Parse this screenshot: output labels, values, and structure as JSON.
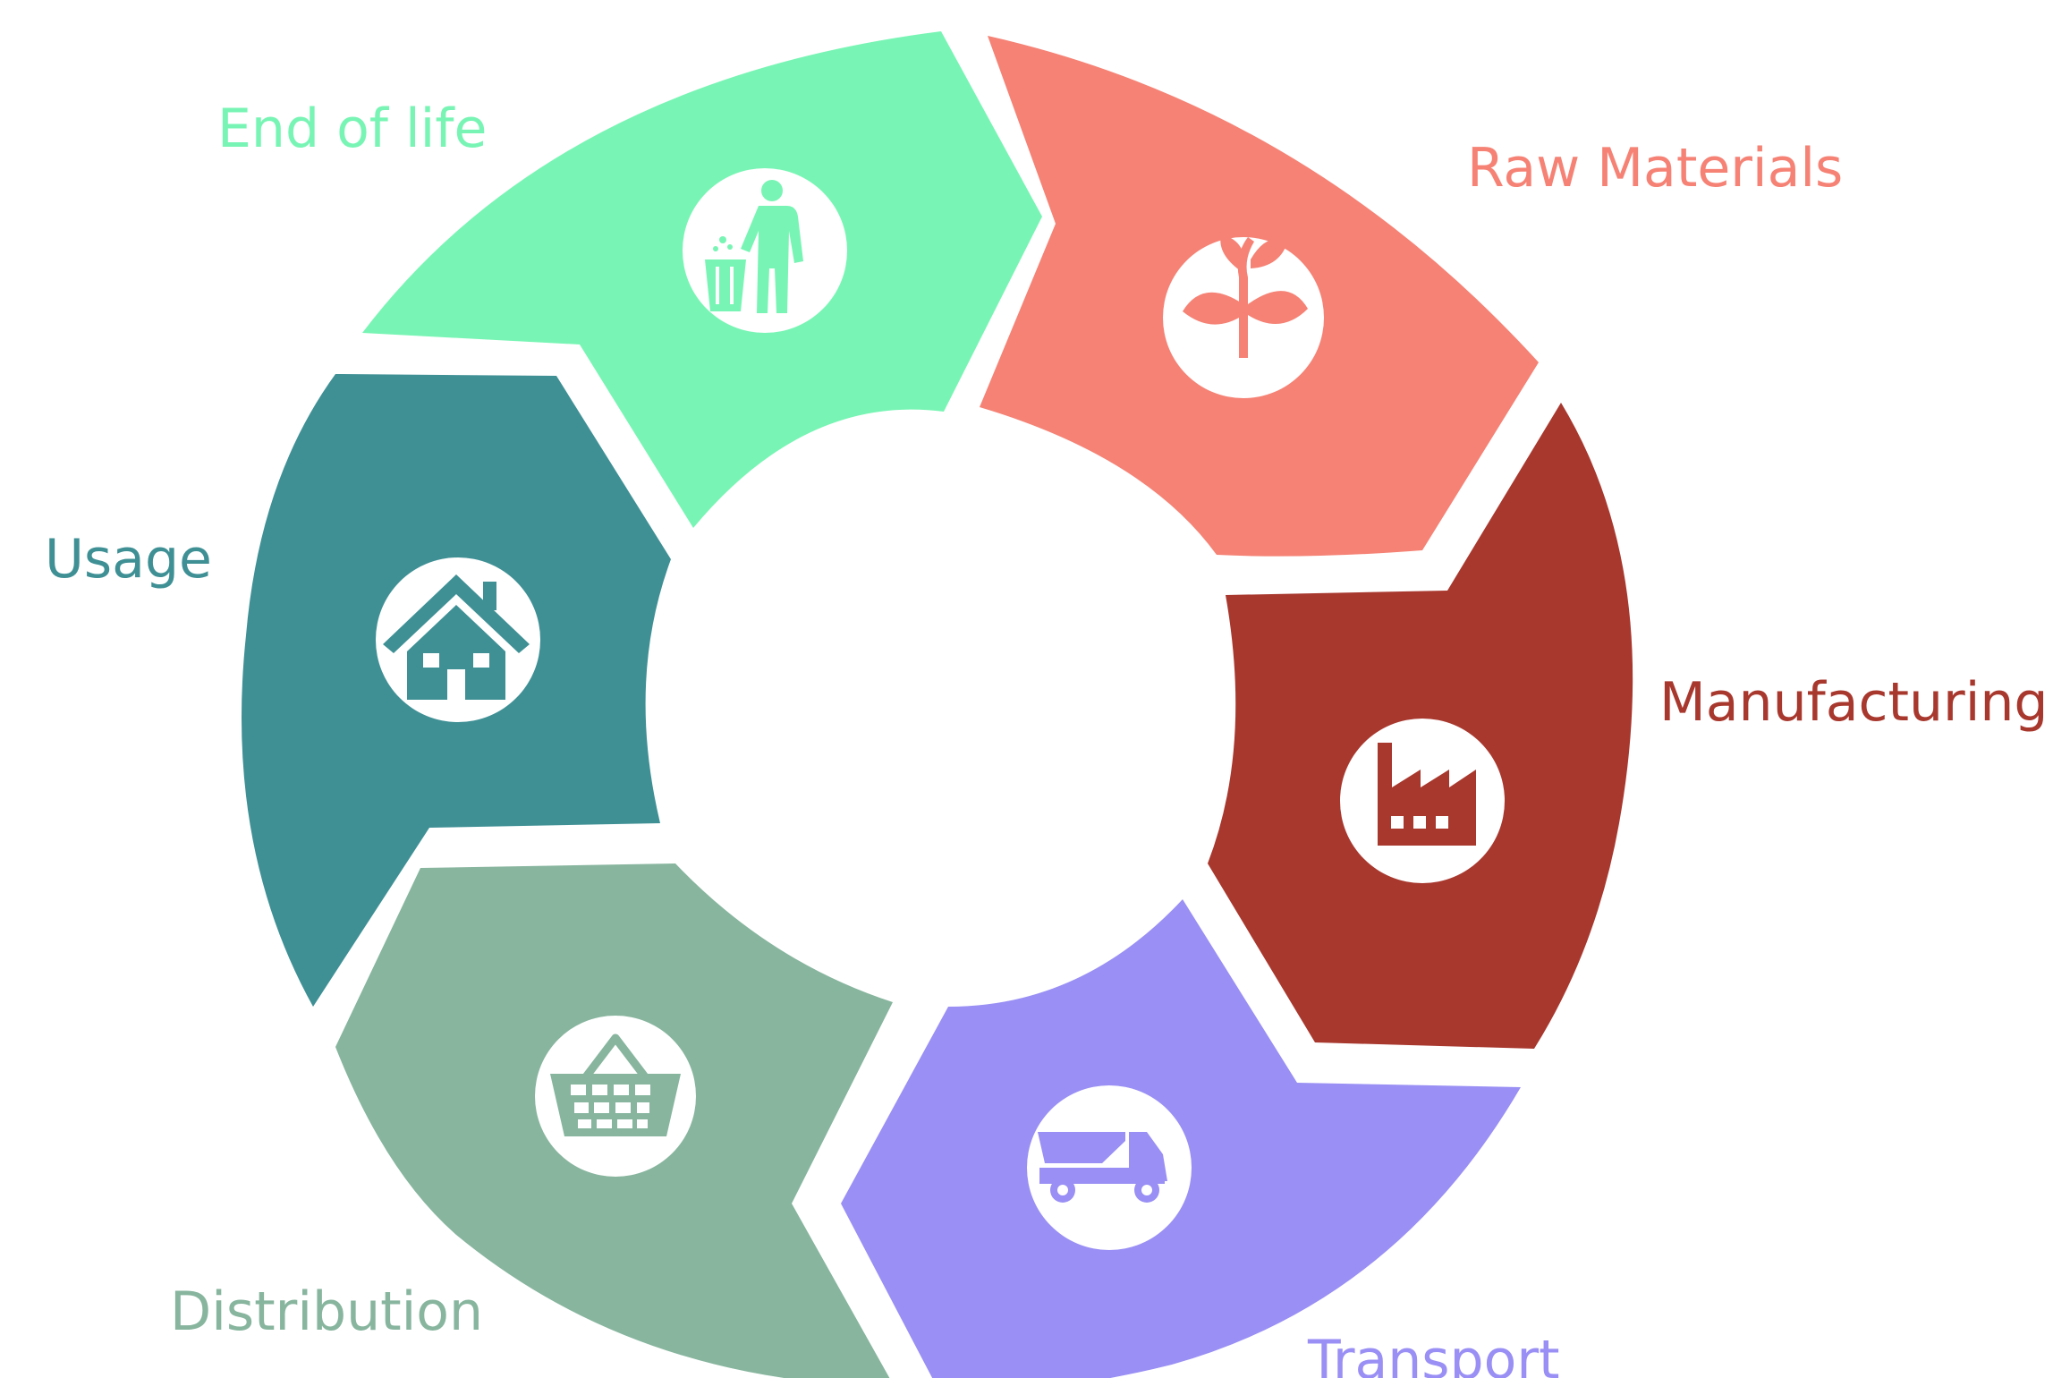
{
  "stages": [
    {
      "id": "raw-materials",
      "label": "Raw Materials",
      "color": "#F58275",
      "icon": "plant-icon"
    },
    {
      "id": "manufacturing",
      "label": "Manufacturing",
      "color": "#A8382E",
      "icon": "factory-icon"
    },
    {
      "id": "transport",
      "label": "Transport",
      "color": "#998FF4",
      "icon": "truck-icon"
    },
    {
      "id": "distribution",
      "label": "Distribution",
      "color": "#87B59E",
      "icon": "shopping-basket-icon"
    },
    {
      "id": "usage",
      "label": "Usage",
      "color": "#3F9095",
      "icon": "house-icon"
    },
    {
      "id": "end-of-life",
      "label": "End of life",
      "color": "#78F5B4",
      "icon": "trash-bin-person-icon"
    }
  ]
}
